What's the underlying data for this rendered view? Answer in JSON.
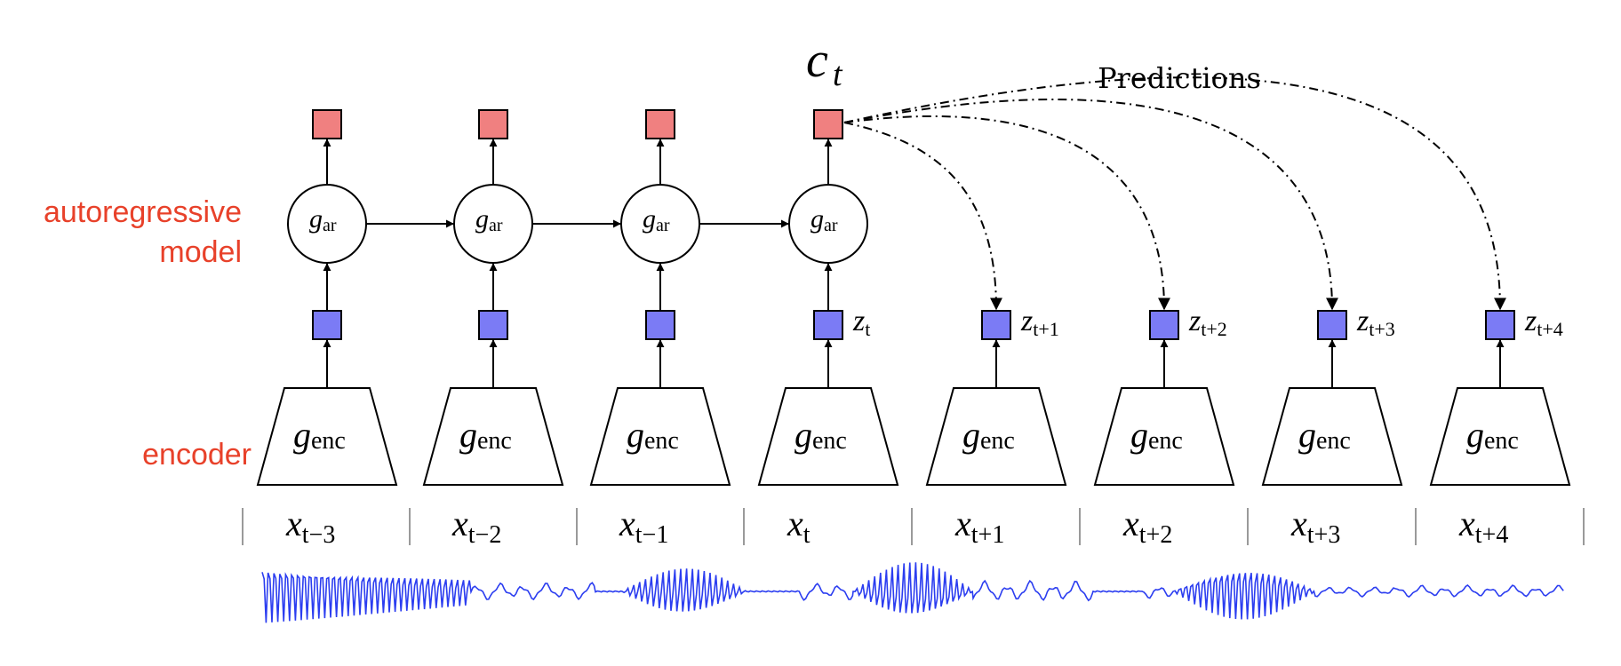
{
  "colors": {
    "context": "#f08080",
    "latent": "#7b7bf5",
    "waveform": "#2b3df0",
    "label": "#e8412a",
    "stroke": "#000000"
  },
  "labels": {
    "autoregressive": [
      "autoregressive",
      "model"
    ],
    "encoder": "encoder",
    "predictions": "Predictions",
    "context": {
      "base": "c",
      "sub": "t"
    }
  },
  "ar_block": {
    "base": "g",
    "sub": "ar"
  },
  "enc_block": {
    "base": "g",
    "sub": "enc"
  },
  "z_labels": [
    {
      "base": "z",
      "sub": "t"
    },
    {
      "base": "z",
      "sub": "t+1"
    },
    {
      "base": "z",
      "sub": "t+2"
    },
    {
      "base": "z",
      "sub": "t+3"
    },
    {
      "base": "z",
      "sub": "t+4"
    }
  ],
  "x_labels": [
    {
      "base": "x",
      "sub": "t−3"
    },
    {
      "base": "x",
      "sub": "t−2"
    },
    {
      "base": "x",
      "sub": "t−1"
    },
    {
      "base": "x",
      "sub": "t"
    },
    {
      "base": "x",
      "sub": "t+1"
    },
    {
      "base": "x",
      "sub": "t+2"
    },
    {
      "base": "x",
      "sub": "t+3"
    },
    {
      "base": "x",
      "sub": "t+4"
    }
  ],
  "icons": {
    "arrow": "arrowhead-icon",
    "waveform": "audio-waveform"
  }
}
